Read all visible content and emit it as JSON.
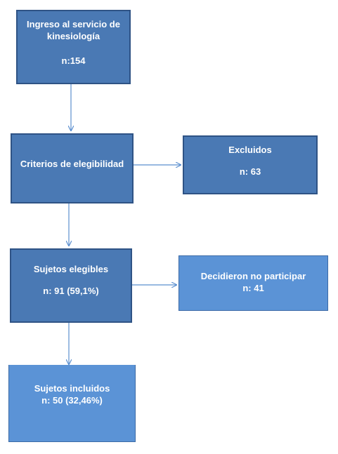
{
  "nodes": {
    "ingreso": {
      "line1": "Ingreso al servicio de",
      "line2": "kinesiología",
      "count": "n:154"
    },
    "criterios": {
      "label": "Criterios de elegibilidad"
    },
    "excluidos": {
      "label": "Excluidos",
      "count": "n: 63"
    },
    "elegibles": {
      "label": "Sujetos elegibles",
      "count": "n: 91 (59,1%)"
    },
    "no_participar": {
      "label": "Decidieron no participar",
      "count": "n: 41"
    },
    "incluidos": {
      "label": "Sujetos incluidos",
      "count": "n: 50 (32,46%)"
    }
  },
  "colors": {
    "dark_box": "#4a79b4",
    "light_box": "#5b93d6",
    "arrow": "#5b8fcf"
  }
}
